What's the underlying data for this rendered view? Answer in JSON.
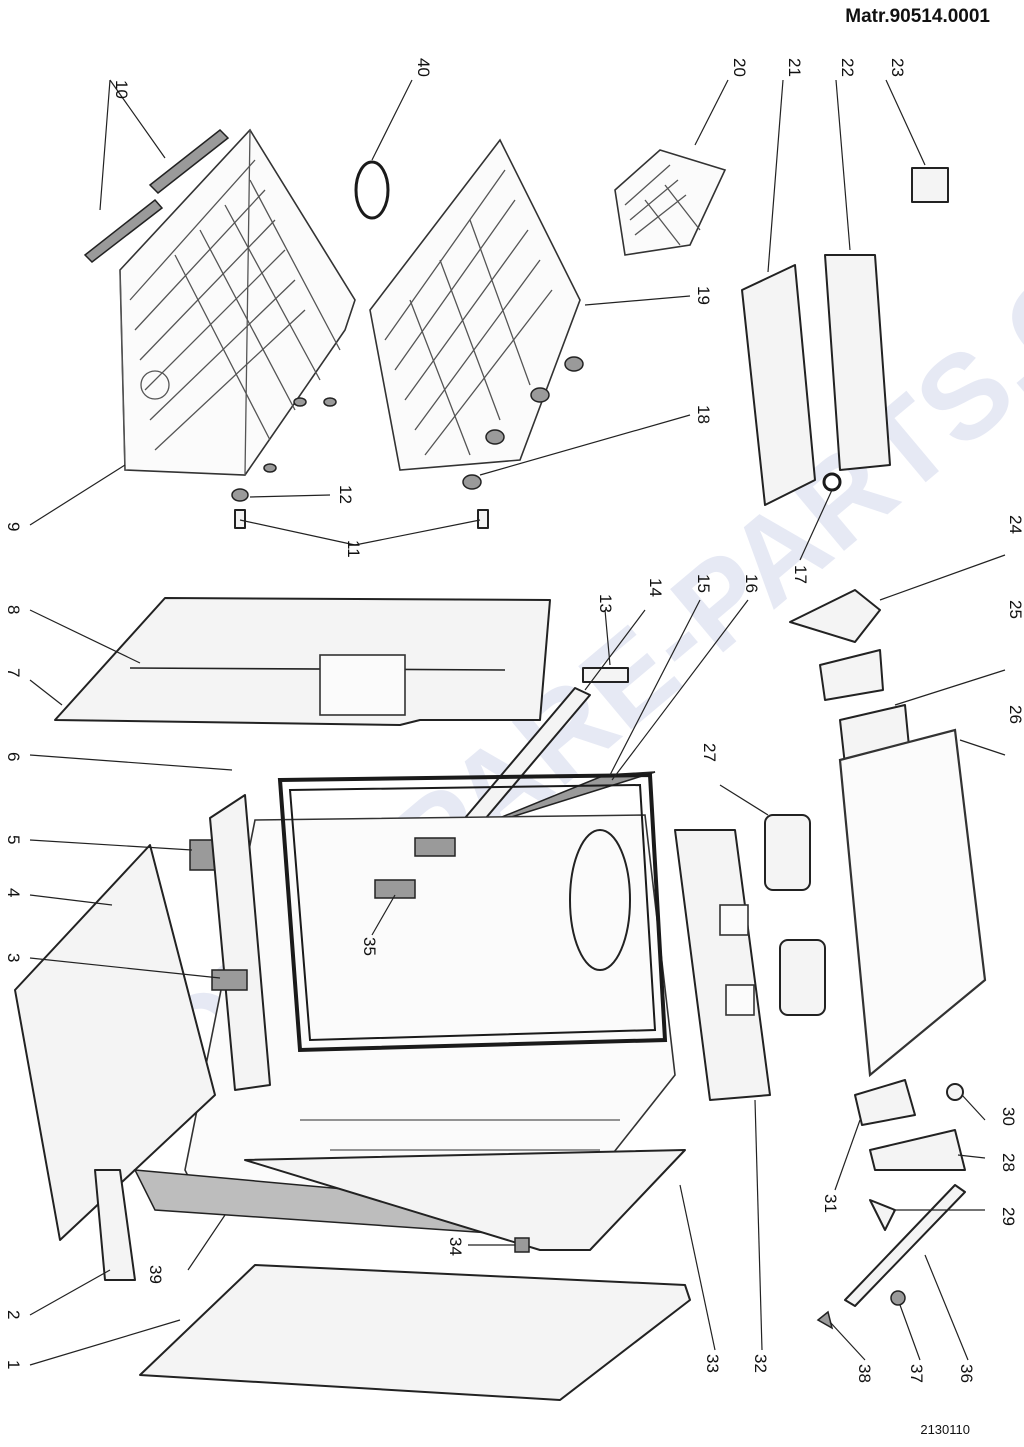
{
  "header": {
    "material_code": "Matr.90514.0001"
  },
  "footer": {
    "drawing_code": "2130110"
  },
  "watermark": {
    "text": "©DIY-SPARE-PARTS.CZ",
    "color": "#c9cfe8"
  },
  "callouts": {
    "c1": "1",
    "c2": "2",
    "c3": "3",
    "c4": "4",
    "c5": "5",
    "c6": "6",
    "c7": "7",
    "c8": "8",
    "c9": "9",
    "c10": "10",
    "c11": "11",
    "c12": "12",
    "c13": "13",
    "c14": "14",
    "c15": "15",
    "c16": "16",
    "c17": "17",
    "c18": "18",
    "c19": "19",
    "c20": "20",
    "c21": "21",
    "c22": "22",
    "c23": "23",
    "c24": "24",
    "c25": "25",
    "c26": "26",
    "c27": "27",
    "c28": "28",
    "c29": "29",
    "c30": "30",
    "c31": "31",
    "c32": "32",
    "c33": "33",
    "c34": "34",
    "c35": "35",
    "c36": "36",
    "c37": "37",
    "c38": "38",
    "c39": "39",
    "c40": "40"
  }
}
